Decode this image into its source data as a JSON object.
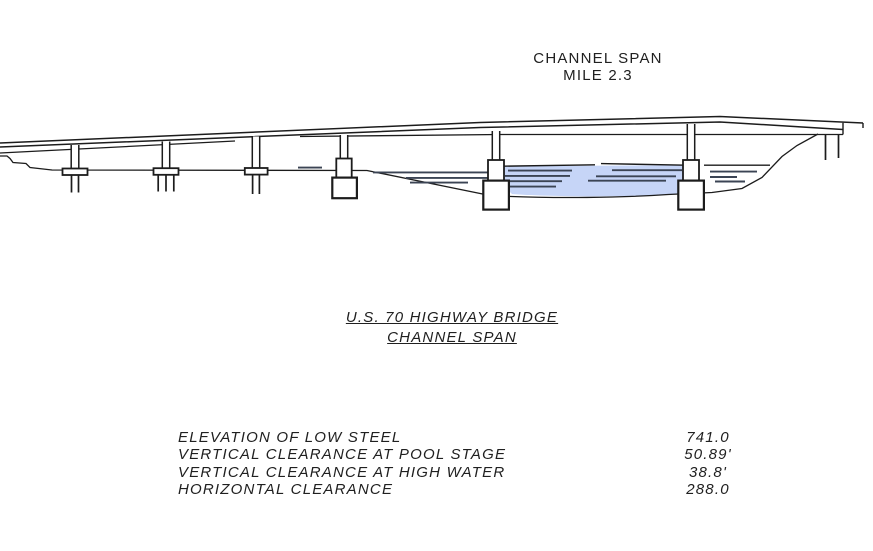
{
  "header_label": {
    "line1": "CHANNEL SPAN",
    "line2": "MILE 2.3"
  },
  "title": {
    "line1": "U.S. 70 HIGHWAY BRIDGE",
    "line2": "CHANNEL SPAN"
  },
  "clearance_table": {
    "rows": [
      {
        "label": "ELEVATION OF LOW STEEL",
        "value": "741.0"
      },
      {
        "label": "VERTICAL CLEARANCE AT POOL STAGE",
        "value": "50.89'"
      },
      {
        "label": "VERTICAL CLEARANCE AT HIGH WATER",
        "value": "38.8'"
      },
      {
        "label": "HORIZONTAL CLEARANCE",
        "value": "288.0"
      }
    ]
  },
  "drawing": {
    "water_fill_color": "#c6d5f7",
    "water_dash_color": "#3b4454",
    "line_color": "#1c1c1c"
  }
}
